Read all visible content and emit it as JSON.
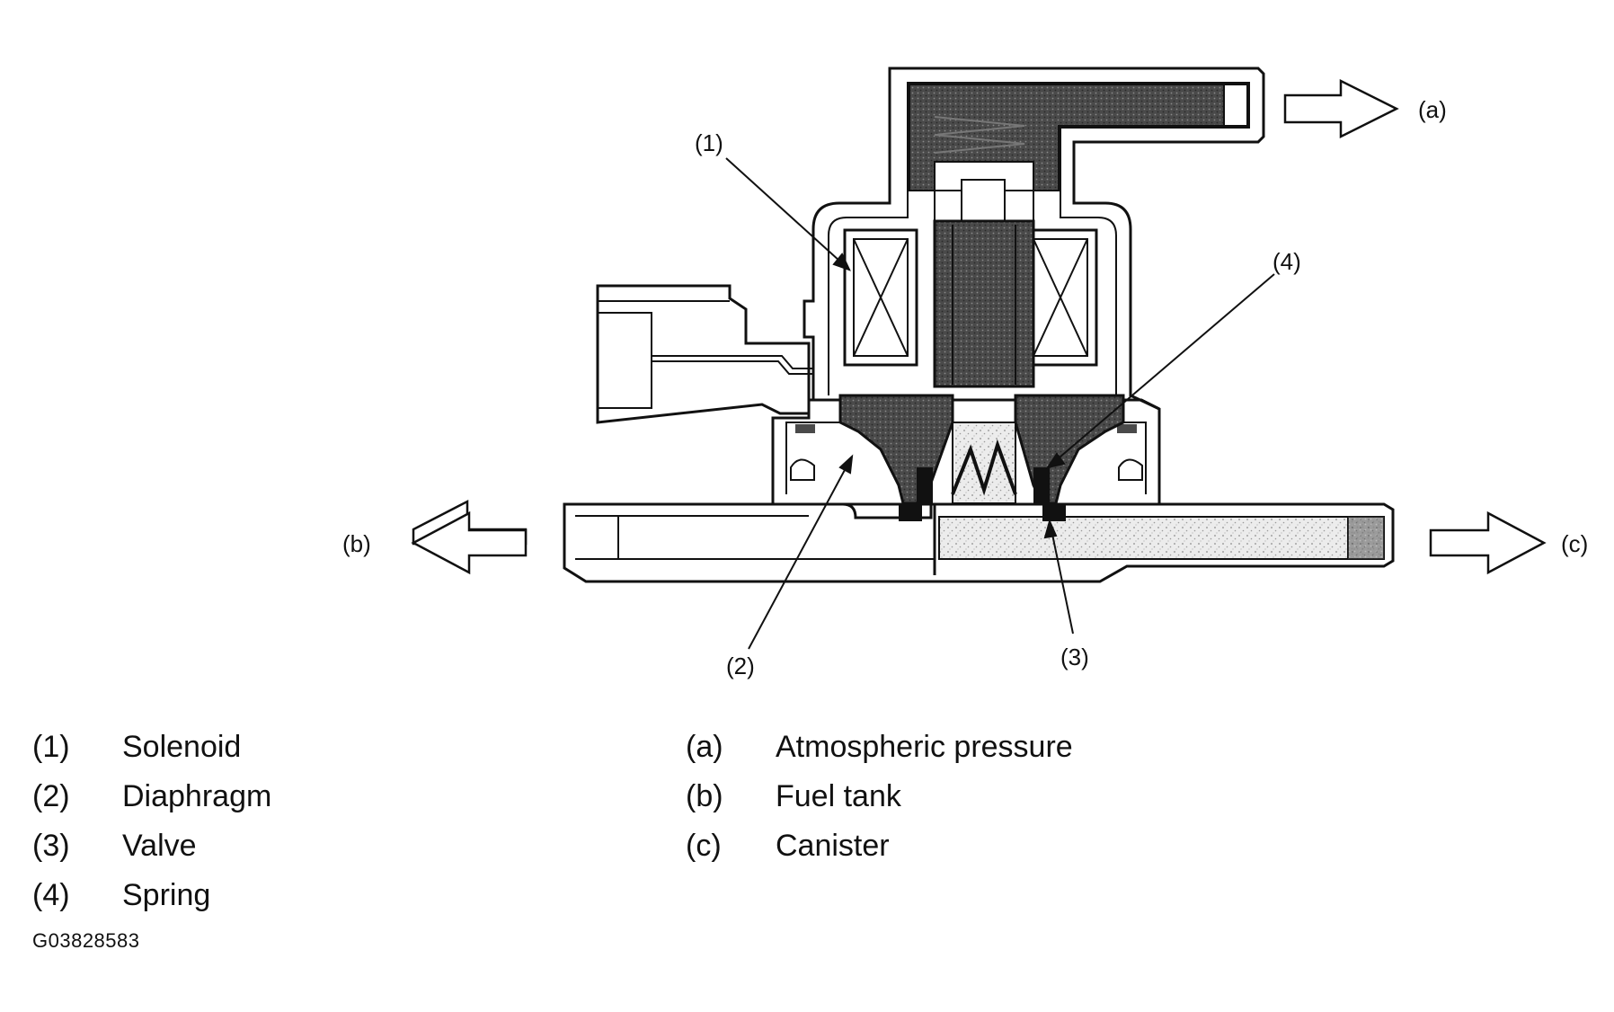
{
  "callouts": {
    "solenoid": "(1)",
    "diaphragm": "(2)",
    "valve": "(3)",
    "spring": "(4)",
    "atmospheric": "(a)",
    "fuel_tank": "(b)",
    "canister": "(c)"
  },
  "legend": {
    "left": [
      {
        "key": "(1)",
        "label": "Solenoid"
      },
      {
        "key": "(2)",
        "label": "Diaphragm"
      },
      {
        "key": "(3)",
        "label": "Valve"
      },
      {
        "key": "(4)",
        "label": "Spring"
      }
    ],
    "right": [
      {
        "key": "(a)",
        "label": "Atmospheric pressure"
      },
      {
        "key": "(b)",
        "label": "Fuel tank"
      },
      {
        "key": "(c)",
        "label": "Canister"
      }
    ]
  },
  "figure_id": "G03828583",
  "colors": {
    "line": "#111111",
    "dark_fill": "#4a4a4a",
    "stipple_fill": "#e6e6e6",
    "background": "#ffffff"
  }
}
